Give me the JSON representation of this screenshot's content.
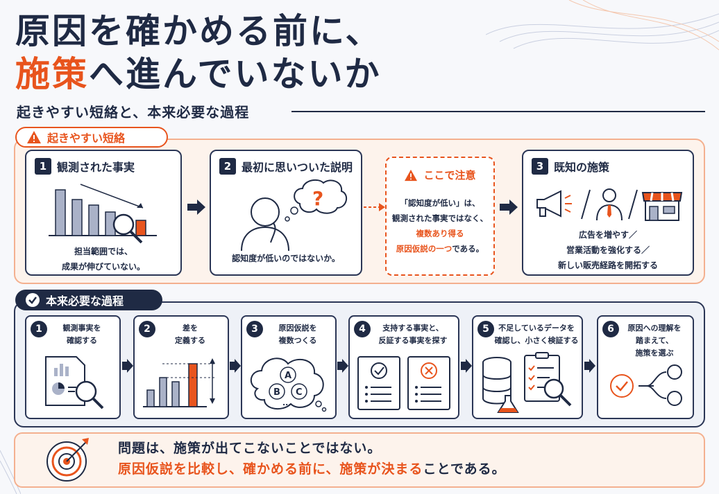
{
  "title": {
    "line1": "原因を確かめる前に、",
    "line2_accent": "施策",
    "line2_rest": "へ進んでいないか"
  },
  "subtitle": "起きやすい短絡と、本来必要な過程",
  "section1": {
    "label": "起きやすい短絡",
    "cards": [
      {
        "num": "1",
        "title": "観測された事実",
        "text1": "担当範囲では、",
        "text2": "成果が伸びていない。"
      },
      {
        "num": "2",
        "title": "最初に思いついた説明",
        "text1": "認知度が低いのではないか。"
      },
      {
        "num": "3",
        "title": "既知の施策",
        "text1": "広告を増やす／",
        "text2": "営業活動を強化する／",
        "text3": "新しい販売経路を開拓する"
      }
    ],
    "caution": {
      "title": "ここで注意",
      "line1": "「認知度が低い」は、",
      "line2": "観測された事実ではなく、",
      "line3": "複数あり得る",
      "line4_accent": "原因仮説の一つ",
      "line4_rest": "である。"
    },
    "question_mark": "?"
  },
  "section2": {
    "label": "本来必要な過程",
    "steps": [
      {
        "num": "1",
        "line1": "観測事実を",
        "line2": "確認する"
      },
      {
        "num": "2",
        "line1": "差を",
        "line2": "定義する"
      },
      {
        "num": "3",
        "line1": "原因仮説を",
        "line2": "複数つくる"
      },
      {
        "num": "4",
        "line1": "支持する事実と、",
        "line2": "反証する事実を探す"
      },
      {
        "num": "5",
        "line1": "不足しているデータを",
        "line2": "確認し、小さく検証する"
      },
      {
        "num": "6",
        "line1": "原因への理解を",
        "line2": "踏まえて、",
        "line3": "施策を選ぶ"
      }
    ],
    "hypotheses": [
      "A",
      "B",
      "C",
      "..."
    ]
  },
  "bottom": {
    "line1": "問題は、施策が出てこないことではない。",
    "line2_accent": "原因仮説を比較し、確かめる前に、施策が決まる",
    "line2_rest": "ことである。"
  },
  "colors": {
    "navy": "#1f2a44",
    "orange": "#e8541d",
    "peach": "#fdf3ec"
  }
}
